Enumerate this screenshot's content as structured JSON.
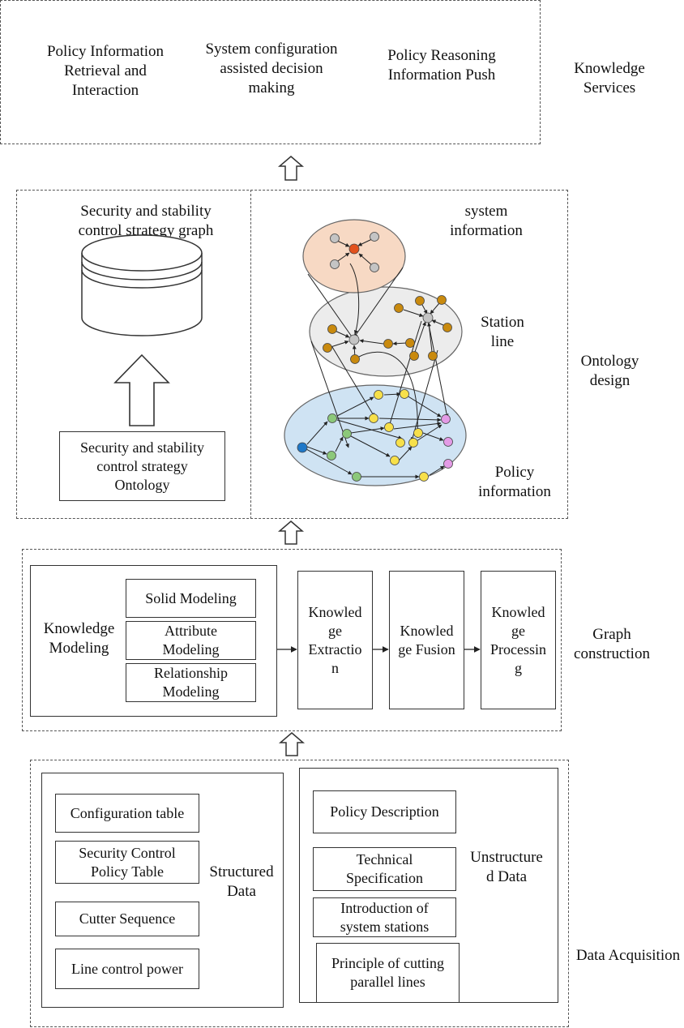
{
  "layers": {
    "knowledge_services": {
      "label": "Knowledge\nServices",
      "items": [
        "Policy Information\nRetrieval and\nInteraction",
        "System configuration\nassisted decision\nmaking",
        "Policy Reasoning\nInformation Push"
      ]
    },
    "ontology_design": {
      "label": "Ontology\ndesign",
      "graph_title": "Security and stability\ncontrol strategy graph",
      "ontology_box": "Security and stability\ncontrol strategy\nOntology",
      "system_information": "system\ninformation",
      "station_line": "Station\nline",
      "policy_information": "Policy\ninformation"
    },
    "graph_construction": {
      "label": "Graph\nconstruction",
      "knowledge_modeling": "Knowledge\nModeling",
      "sub_modeling": [
        "Solid Modeling",
        "Attribute\nModeling",
        "Relationship\nModeling"
      ],
      "steps": [
        "Knowled\nge\nExtractio\nn",
        "Knowled\nge Fusion",
        "Knowled\nge\nProcessin\ng"
      ]
    },
    "data_acquisition": {
      "label": "Data Acquisition",
      "structured_label": "Structured\nData",
      "structured_items": [
        "Configuration table",
        "Security Control\nPolicy Table",
        "Cutter Sequence",
        "Line control power"
      ],
      "unstructured_label": "Unstructure\nd Data",
      "unstructured_items": [
        "Policy Description",
        "Technical\nSpecification",
        "Introduction of\nsystem stations",
        "Principle of cutting\nparallel lines"
      ]
    }
  },
  "colors": {
    "system_ellipse": "#f7d9c4",
    "station_ellipse": "#ececec",
    "policy_ellipse": "#cfe3f3",
    "node_red": "#e2511c",
    "node_gray": "#c4c4c4",
    "node_brown": "#c98a0e",
    "node_yellow": "#f7e04a",
    "node_green": "#8cc87a",
    "node_pink": "#e39be6",
    "node_blue": "#1f78c8"
  }
}
